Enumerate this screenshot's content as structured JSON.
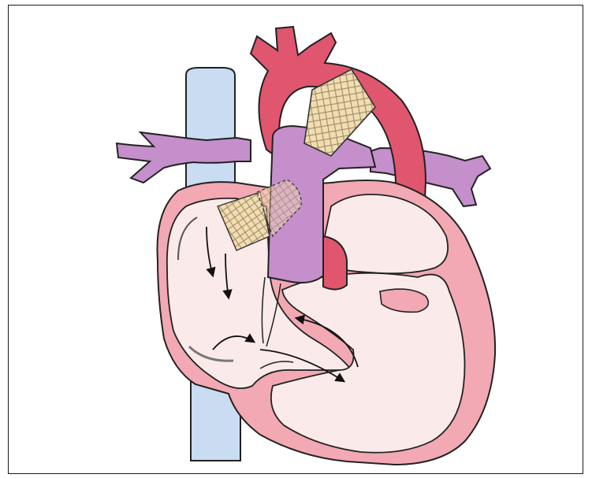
{
  "figure": {
    "labels": [],
    "colors": {
      "frame": "#1a1a1a",
      "outline": "#222222",
      "vena_cava": "#c9dcf2",
      "aorta": "#e0566e",
      "pulmonary": "#c48fca",
      "myocardium": "#f2a9b3",
      "myocardium_light": "#f7c8ce",
      "chamber": "#fbeaea",
      "stent_fill": "#f2ddb0",
      "stent_mesh": "#9b8a6a",
      "flow_arrow": "#111111"
    },
    "icons": [
      "aortic-stent-graft",
      "atrial-stent-graft",
      "blood-flow-arrow"
    ]
  }
}
